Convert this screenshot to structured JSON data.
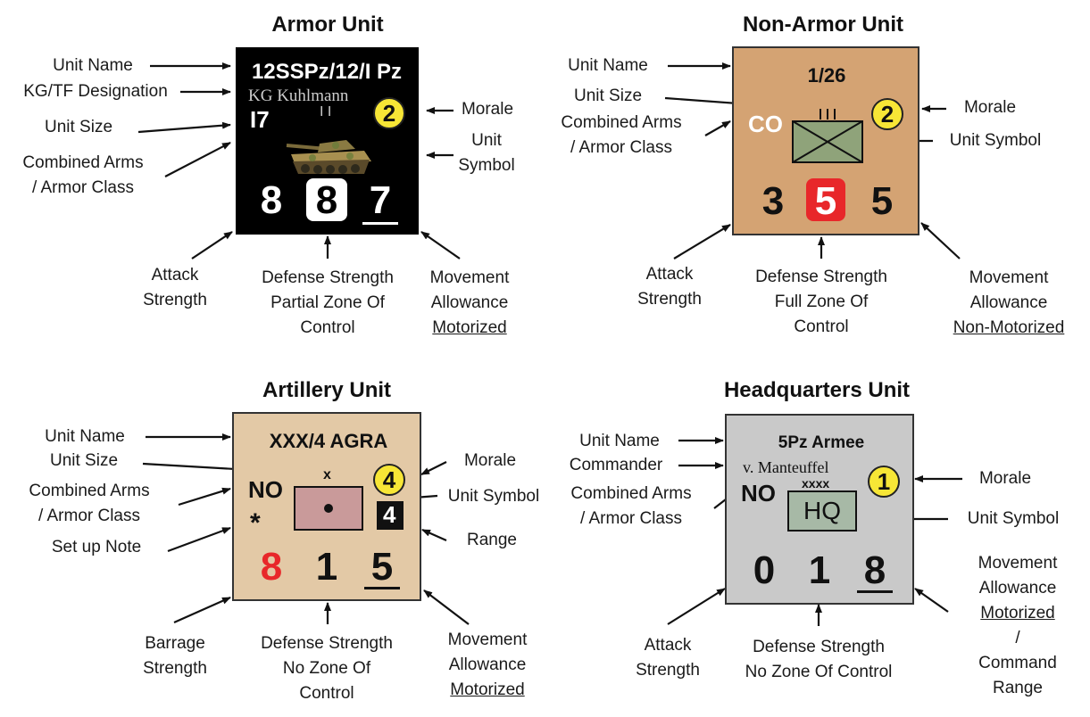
{
  "armor": {
    "title": "Armor Unit",
    "counter": {
      "name": "12SSPz/12/I Pz",
      "kg": "KG Kuhlmann",
      "class": "I7",
      "size_mark": "I I",
      "morale": "2",
      "attack": "8",
      "defense": "8",
      "movement": "7"
    },
    "labels": {
      "unit_name": "Unit Name",
      "kg_tf": "KG/TF Designation",
      "unit_size": "Unit Size",
      "combined_arms": [
        "Combined Arms",
        "/ Armor Class"
      ],
      "morale": "Morale",
      "unit_symbol": [
        "Unit",
        "Symbol"
      ],
      "attack": [
        "Attack",
        "Strength"
      ],
      "defense": [
        "Defense Strength",
        "Partial Zone Of",
        "Control"
      ],
      "movement": [
        "Movement",
        "Allowance",
        "Motorized"
      ]
    }
  },
  "nonarmor": {
    "title": "Non-Armor Unit",
    "counter": {
      "name": "1/26",
      "class": "CO",
      "morale": "2",
      "attack": "3",
      "defense": "5",
      "movement": "5"
    },
    "labels": {
      "unit_name": "Unit Name",
      "unit_size": "Unit Size",
      "combined_arms": [
        "Combined Arms",
        "/ Armor Class"
      ],
      "morale": "Morale",
      "unit_symbol": "Unit Symbol",
      "attack": [
        "Attack",
        "Strength"
      ],
      "defense": [
        "Defense Strength",
        "Full Zone Of",
        "Control"
      ],
      "movement": [
        "Movement",
        "Allowance",
        "Non-Motorized"
      ]
    }
  },
  "artillery": {
    "title": "Artillery Unit",
    "counter": {
      "name": "XXX/4 AGRA",
      "class": "NO",
      "note": "*",
      "size_mark": "x",
      "morale": "4",
      "range": "4",
      "barrage": "8",
      "defense": "1",
      "movement": "5"
    },
    "labels": {
      "unit_name": "Unit Name",
      "unit_size": "Unit Size",
      "combined_arms": [
        "Combined Arms",
        "/ Armor Class"
      ],
      "setup": "Set up Note",
      "morale": "Morale",
      "unit_symbol": "Unit Symbol",
      "range": "Range",
      "barrage": [
        "Barrage",
        "Strength"
      ],
      "defense": [
        "Defense Strength",
        "No Zone Of",
        "Control"
      ],
      "movement": [
        "Movement",
        "Allowance",
        "Motorized"
      ]
    }
  },
  "hq": {
    "title": "Headquarters Unit",
    "counter": {
      "name": "5Pz Armee",
      "commander": "v. Manteuffel",
      "class": "NO",
      "size_mark": "xxxx",
      "symbol_text": "HQ",
      "morale": "1",
      "attack": "0",
      "defense": "1",
      "movement": "8"
    },
    "labels": {
      "unit_name": "Unit Name",
      "commander": "Commander",
      "combined_arms": [
        "Combined Arms",
        "/ Armor Class"
      ],
      "morale": "Morale",
      "unit_symbol": "Unit Symbol",
      "attack": [
        "Attack",
        "Strength"
      ],
      "defense": [
        "Defense Strength",
        "No Zone Of Control"
      ],
      "movement": [
        "Movement",
        "Allowance",
        "Motorized",
        " /",
        "Command",
        "Range"
      ]
    }
  },
  "colors": {
    "armor_bg": "#000000",
    "nonarmor_bg": "#d4a373",
    "artillery_bg": "#e3c9a6",
    "hq_bg": "#c9c9c9",
    "morale_yellow": "#f7e636",
    "defense_red_box": "#e8272a",
    "barrage_red": "#e8272a",
    "infantry_green": "#8fa37a",
    "artillery_pink": "#c99a9a",
    "hq_green": "#a7b9a6"
  }
}
